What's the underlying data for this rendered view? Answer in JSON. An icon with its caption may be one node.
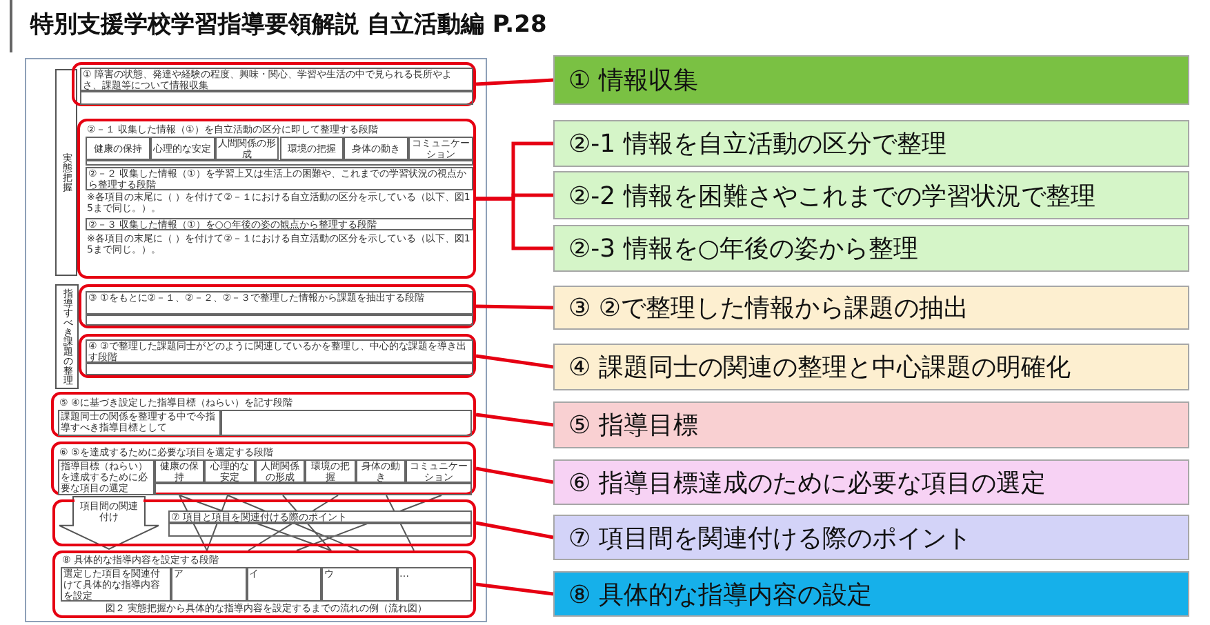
{
  "diagram": {
    "title": "特別支援学校学習指導要領解説 自立活動編 P.28",
    "nodes": [
      {
        "text": [
          "実態把握"
        ]
      },
      {
        "text": [
          "① 障害の状態、発達や経験の程度、興味・関心、学習や生活の中で見られる長所やよさ、課題等について情報収集"
        ]
      },
      {
        "text": [
          "②－１ 収集した情報（①）を自立活動の区分に即して整理する段階",
          "健康の保持",
          "心理的な安定",
          "人間関係の形成",
          "環境の把握",
          "身体の動き",
          "コミュニケーション",
          "②－２ 収集した情報（①）を学習上又は生活上の困難や、これまでの学習状況の視点から整理する段階",
          "※各項目の末尾に（ ）を付けて②－１における自立活動の区分を示している（以下、図15まで同じ。）。",
          "②－３ 収集した情報（①）を○○年後の姿の観点から整理する段階",
          "※各項目の末尾に（ ）を付けて②－１における自立活動の区分を示している（以下、図15まで同じ。）。"
        ]
      },
      {
        "text": [
          "指導すべき課題の整理"
        ]
      },
      {
        "text": [
          "③ ①をもとに②－１、②－２、②－３で整理した情報から課題を抽出する段階"
        ]
      },
      {
        "text": [
          "④ ③で整理した課題同士がどのように関連しているかを整理し、中心的な課題を導き出す段階"
        ]
      },
      {
        "text": [
          "⑤ ④に基づき設定した指導目標（ねらい）を記す段階",
          "課題同士の関係を整理する中で今指導すべき指導目標として"
        ]
      },
      {
        "text": [
          "⑥ ⑤を達成するために必要な項目を選定する段階",
          "指導目標（ねらい）を達成するために必要な項目の選定",
          "健康の保持",
          "心理的な安定",
          "人間関係の形成",
          "環境の把握",
          "身体の動き",
          "コミュニケーション"
        ]
      },
      {
        "text": [
          "⑦ 項目と項目を関連付ける際のポイント"
        ]
      },
      {
        "text": [
          "⑧ 具体的な指導内容を設定する段階",
          "選定した項目を関連付けて具体的な指導内容を設定",
          "ア",
          "イ",
          "ウ",
          "…",
          "図２ 実態把握から具体的な指導内容を設定するまでの流れの例（流れ図）"
        ]
      },
      {
        "text": [
          "① 情報収集"
        ]
      },
      {
        "text": [
          "②-1 情報を自立活動の区分で整理"
        ]
      },
      {
        "text": [
          "②-2 情報を困難さやこれまでの学習状況で整理"
        ]
      },
      {
        "text": [
          "②-3 情報を○年後の姿から整理"
        ]
      },
      {
        "text": [
          "③ ②で整理した情報から課題の抽出"
        ]
      },
      {
        "text": [
          "④ 課題同士の関連の整理と中心課題の明確化"
        ]
      },
      {
        "text": [
          "⑤ 指導目標"
        ]
      },
      {
        "text": [
          "⑥ 指導目標達成のために必要な項目の選定"
        ]
      },
      {
        "text": [
          "⑦ 項目間を関連付ける際のポイント"
        ]
      },
      {
        "text": [
          "⑧ 具体的な指導内容の設定"
        ]
      }
    ],
    "edges": [
      {
        "from": 1,
        "to": 10,
        "arrow": "none"
      },
      {
        "from": 2,
        "to": 11,
        "arrow": "none"
      },
      {
        "from": 2,
        "to": 12,
        "arrow": "none"
      },
      {
        "from": 2,
        "to": 13,
        "arrow": "none"
      },
      {
        "from": 4,
        "to": 14,
        "arrow": "none"
      },
      {
        "from": 5,
        "to": 15,
        "arrow": "none"
      },
      {
        "from": 6,
        "to": 16,
        "arrow": "none"
      },
      {
        "from": 7,
        "to": 17,
        "arrow": "none"
      },
      {
        "from": 8,
        "to": 18,
        "arrow": "none"
      },
      {
        "from": 9,
        "to": 19,
        "arrow": "none"
      },
      {
        "from": 7,
        "to": 9,
        "arrow": "to",
        "label": "項目間の関連付け",
        "style": "thick",
        "color": "#555555"
      }
    ]
  }
}
